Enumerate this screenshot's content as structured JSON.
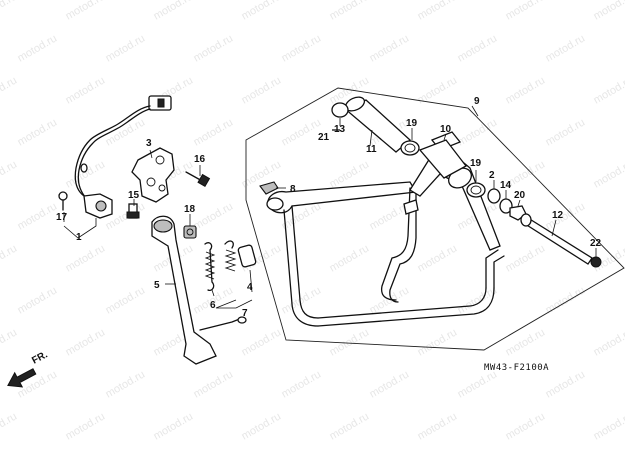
{
  "watermark": "motod.ru",
  "diagram_code": "MW43-F2100A",
  "direction_label": "FR.",
  "callouts": {
    "c1": "1",
    "c2": "2",
    "c3": "3",
    "c4": "4",
    "c5": "5",
    "c6": "6",
    "c7": "7",
    "c8": "8",
    "c9": "9",
    "c10": "10",
    "c11": "11",
    "c12": "12",
    "c13": "13",
    "c14": "14",
    "c15": "15",
    "c16": "16",
    "c17": "17",
    "c18": "18",
    "c19a": "19",
    "c19b": "19",
    "c20": "20",
    "c21": "21",
    "c22": "22"
  }
}
